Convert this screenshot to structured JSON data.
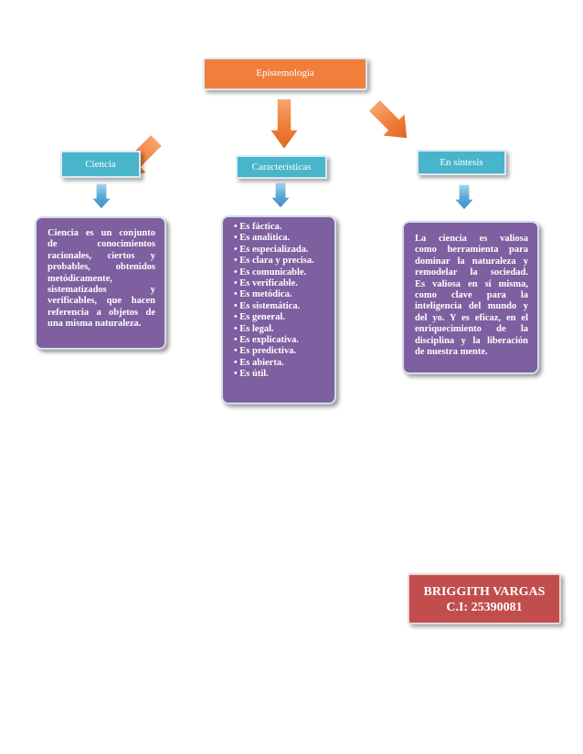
{
  "diagram": {
    "root": "Epistemología",
    "branches": [
      {
        "title": "Ciencia",
        "lines": [
          "Ciencia es un conjunto",
          "de conocimientos",
          "racionales, ciertos y",
          "probables, obtenidos",
          "metódicamente,",
          "sistematizados y",
          "verificables, que hacen",
          "referencia a objetos de",
          "una misma naturaleza."
        ]
      },
      {
        "title": "Características",
        "items": [
          "• Es fáctica.",
          "• Es analítica.",
          "• Es especializada.",
          "• Es clara y precisa.",
          "• Es comunicable.",
          "• Es verificable.",
          "• Es metódica.",
          "• Es sistemática.",
          "• Es general.",
          "• Es legal.",
          "• Es explicativa.",
          "• Es predictiva.",
          "• Es abierta.",
          "• Es útil."
        ]
      },
      {
        "title": "En síntesis",
        "lines": [
          "La ciencia es valiosa",
          "como herramienta para",
          "dominar la naturaleza y",
          "remodelar la sociedad.",
          "Es valiosa en sí misma,",
          "como clave para la",
          "inteligencia del mundo y",
          "del yo. Y es eficaz, en el",
          "enriquecimiento de la",
          "disciplina y la liberación",
          "de nuestra mente."
        ]
      }
    ],
    "author": {
      "name": "BRIGGITH VARGAS",
      "id": "C.I: 25390081"
    }
  },
  "colors": {
    "root": "#f07f3c",
    "heading": "#49b5cb",
    "content": "#7e5fa0",
    "author": "#c14d4d",
    "arrow_orange": "#f07f3c",
    "arrow_blue": "#5aa9d6"
  }
}
